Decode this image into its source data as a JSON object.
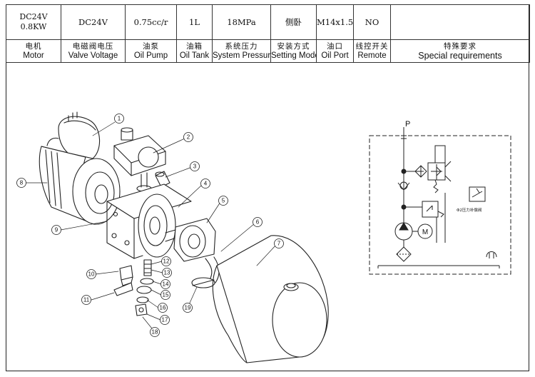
{
  "header": {
    "values": [
      {
        "id": "motor",
        "lines": [
          "DC24V",
          "0.8KW"
        ]
      },
      {
        "id": "valve_voltage",
        "text": "DC24V"
      },
      {
        "id": "oil_pump",
        "text": "0.75cc/r"
      },
      {
        "id": "oil_tank",
        "text": "1L"
      },
      {
        "id": "system_pressure",
        "text": "18MPa"
      },
      {
        "id": "setting_mode",
        "text": "侧卧"
      },
      {
        "id": "oil_port",
        "text": "M14x1.5"
      },
      {
        "id": "remote",
        "text": "NO"
      },
      {
        "id": "special",
        "text": ""
      }
    ],
    "labels": [
      {
        "zh": "电机",
        "en": "Motor"
      },
      {
        "zh": "电磁阀电压",
        "en": "Valve Voltage"
      },
      {
        "zh": "油泵",
        "en": "Oil Pump"
      },
      {
        "zh": "油箱",
        "en": "Oil Tank"
      },
      {
        "zh": "系统压力",
        "en": "System Pressure"
      },
      {
        "zh": "安装方式",
        "en": "Setting Mode"
      },
      {
        "zh": "油口",
        "en": "Oil Port"
      },
      {
        "zh": "线控开关",
        "en": "Remote"
      },
      {
        "zh": "特殊要求",
        "en": "Special requirements"
      }
    ]
  },
  "drawing": {
    "callouts": [
      "1",
      "2",
      "3",
      "4",
      "5",
      "6",
      "7",
      "8",
      "9",
      "10",
      "11",
      "12",
      "13",
      "14",
      "15",
      "16",
      "17",
      "18",
      "19"
    ]
  },
  "schematic": {
    "port_label": "P",
    "motor_symbol": "M",
    "valve_note": "Φ2压力补偿阀"
  }
}
